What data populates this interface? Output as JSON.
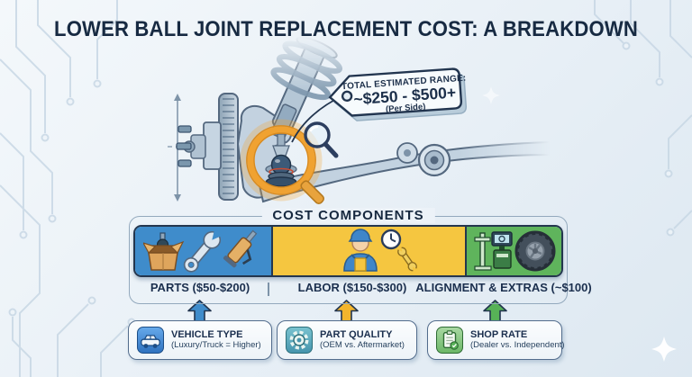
{
  "title": "LOWER BALL JOINT REPLACEMENT COST: A BREAKDOWN",
  "tag": {
    "heading": "TOTAL ESTIMATED RANGE:",
    "range": "~$250 - $500+",
    "per_side": "(Per Side)"
  },
  "cost": {
    "heading": "COST COMPONENTS",
    "parts_label": "PARTS ($50-$200)",
    "labor_label": "LABOR ($150-$300)",
    "alignment_label": "ALIGNMENT & EXTRAS (~$100)"
  },
  "factors": [
    {
      "title": "VEHICLE TYPE",
      "subtitle": "(Luxury/Truck = Higher)"
    },
    {
      "title": "PART QUALITY",
      "subtitle": "(OEM vs. Aftermarket)"
    },
    {
      "title": "SHOP RATE",
      "subtitle": "(Dealer vs. Independent)"
    }
  ],
  "colors": {
    "parts_blue": "#3f8ccb",
    "labor_yellow": "#f5c640",
    "alignment_green": "#5fb45c",
    "navy": "#1b2f4e",
    "highlight_orange": "#f0a231"
  }
}
